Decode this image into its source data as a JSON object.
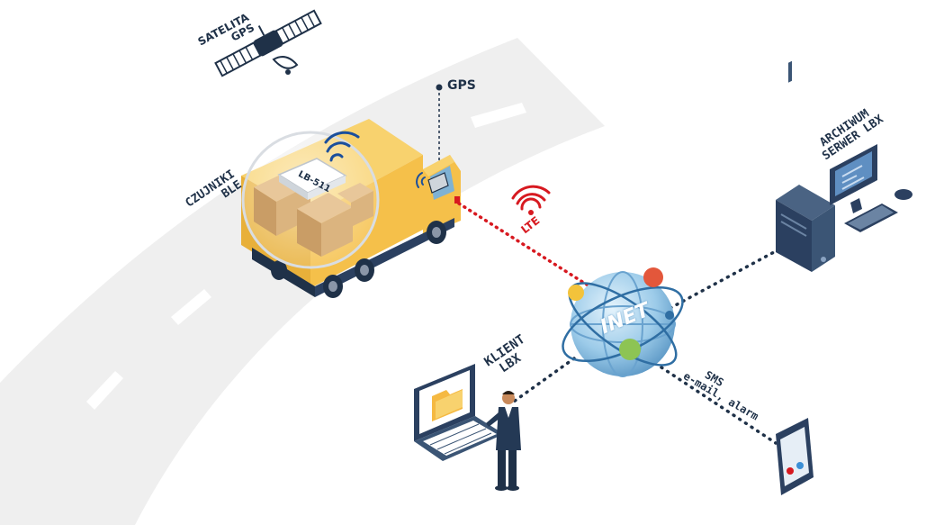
{
  "labels": {
    "satellite": [
      "SATELITA",
      "GPS"
    ],
    "gps": "GPS",
    "sensors": [
      "CZUJNIKI",
      "BLE"
    ],
    "device": "LB-511",
    "lte": "LTE",
    "net": "INET",
    "archive": [
      "ARCHIWUM",
      "SERWER LBX"
    ],
    "client": [
      "KLIENT",
      "LBX"
    ],
    "notifications": [
      "SMS",
      "e-mail, alarm"
    ]
  },
  "colors": {
    "road": "#efefef",
    "truck_body": "#f5c04a",
    "truck_shadow": "#d99f2a",
    "link_lte": "#d71920",
    "link_net": "#1f3148",
    "globe": "#9ccbe9",
    "ink": "#1f3148"
  },
  "icons": [
    "satellite-icon",
    "truck-icon",
    "gps-device-icon",
    "ble-sensor-icon",
    "globe-icon",
    "server-icon",
    "monitor-icon",
    "keyboard-icon",
    "laptop-icon",
    "folder-icon",
    "person-icon",
    "smartphone-icon",
    "lte-signal-icon"
  ]
}
